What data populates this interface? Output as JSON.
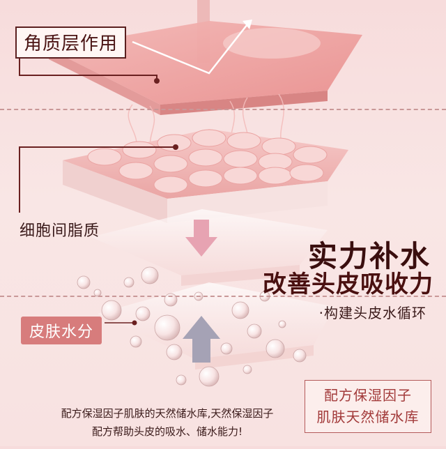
{
  "labels": {
    "stratum_corneum": "角质层作用",
    "intercellular_lipids": "细胞间脂质",
    "skin_moisture": "皮肤水分"
  },
  "headline": {
    "line1": "实力补水",
    "line2": "改善头皮吸收力",
    "line3": "·构建头皮水循环"
  },
  "box": {
    "line1": "配方保湿因子",
    "line2": "肌肤天然储水库"
  },
  "bottom": {
    "line1": "配方保湿因子肌肤的天然储水库,天然保湿因子",
    "line2": "配方帮助头皮的吸水、储水能力!"
  },
  "colors": {
    "background": "#f8e2e1",
    "accent_dark": "#4a1414",
    "pill": "#d77c7c",
    "box_text": "#a23a3a"
  }
}
